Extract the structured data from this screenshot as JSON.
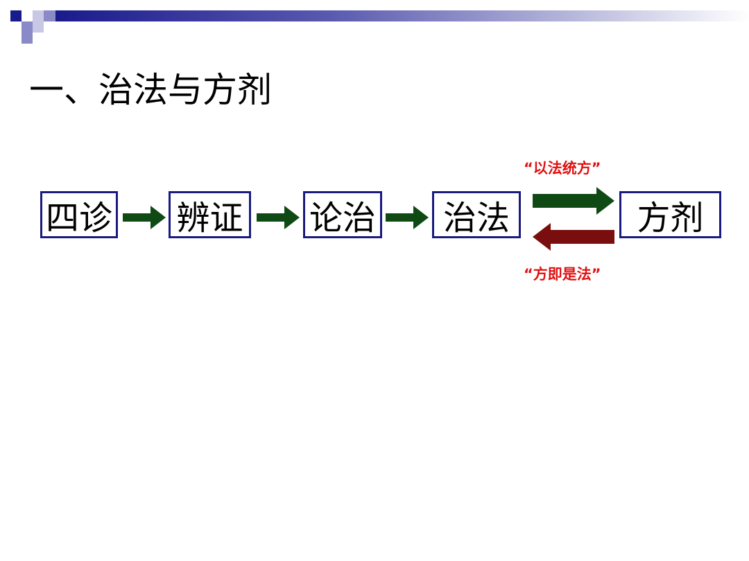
{
  "slide": {
    "title": "一、治法与方剂"
  },
  "flow": {
    "steps": [
      "四诊",
      "辨证",
      "论治",
      "治法",
      "方剂"
    ],
    "top_annotation": "“以法统方”",
    "bottom_annotation": "“方即是法”"
  },
  "colors": {
    "box_border": "#1a1a80",
    "forward_arrow": "#0f4a14",
    "backward_arrow": "#7a0e0e",
    "annotation_text": "#e01010",
    "header_accent": "#1a1a8c"
  }
}
